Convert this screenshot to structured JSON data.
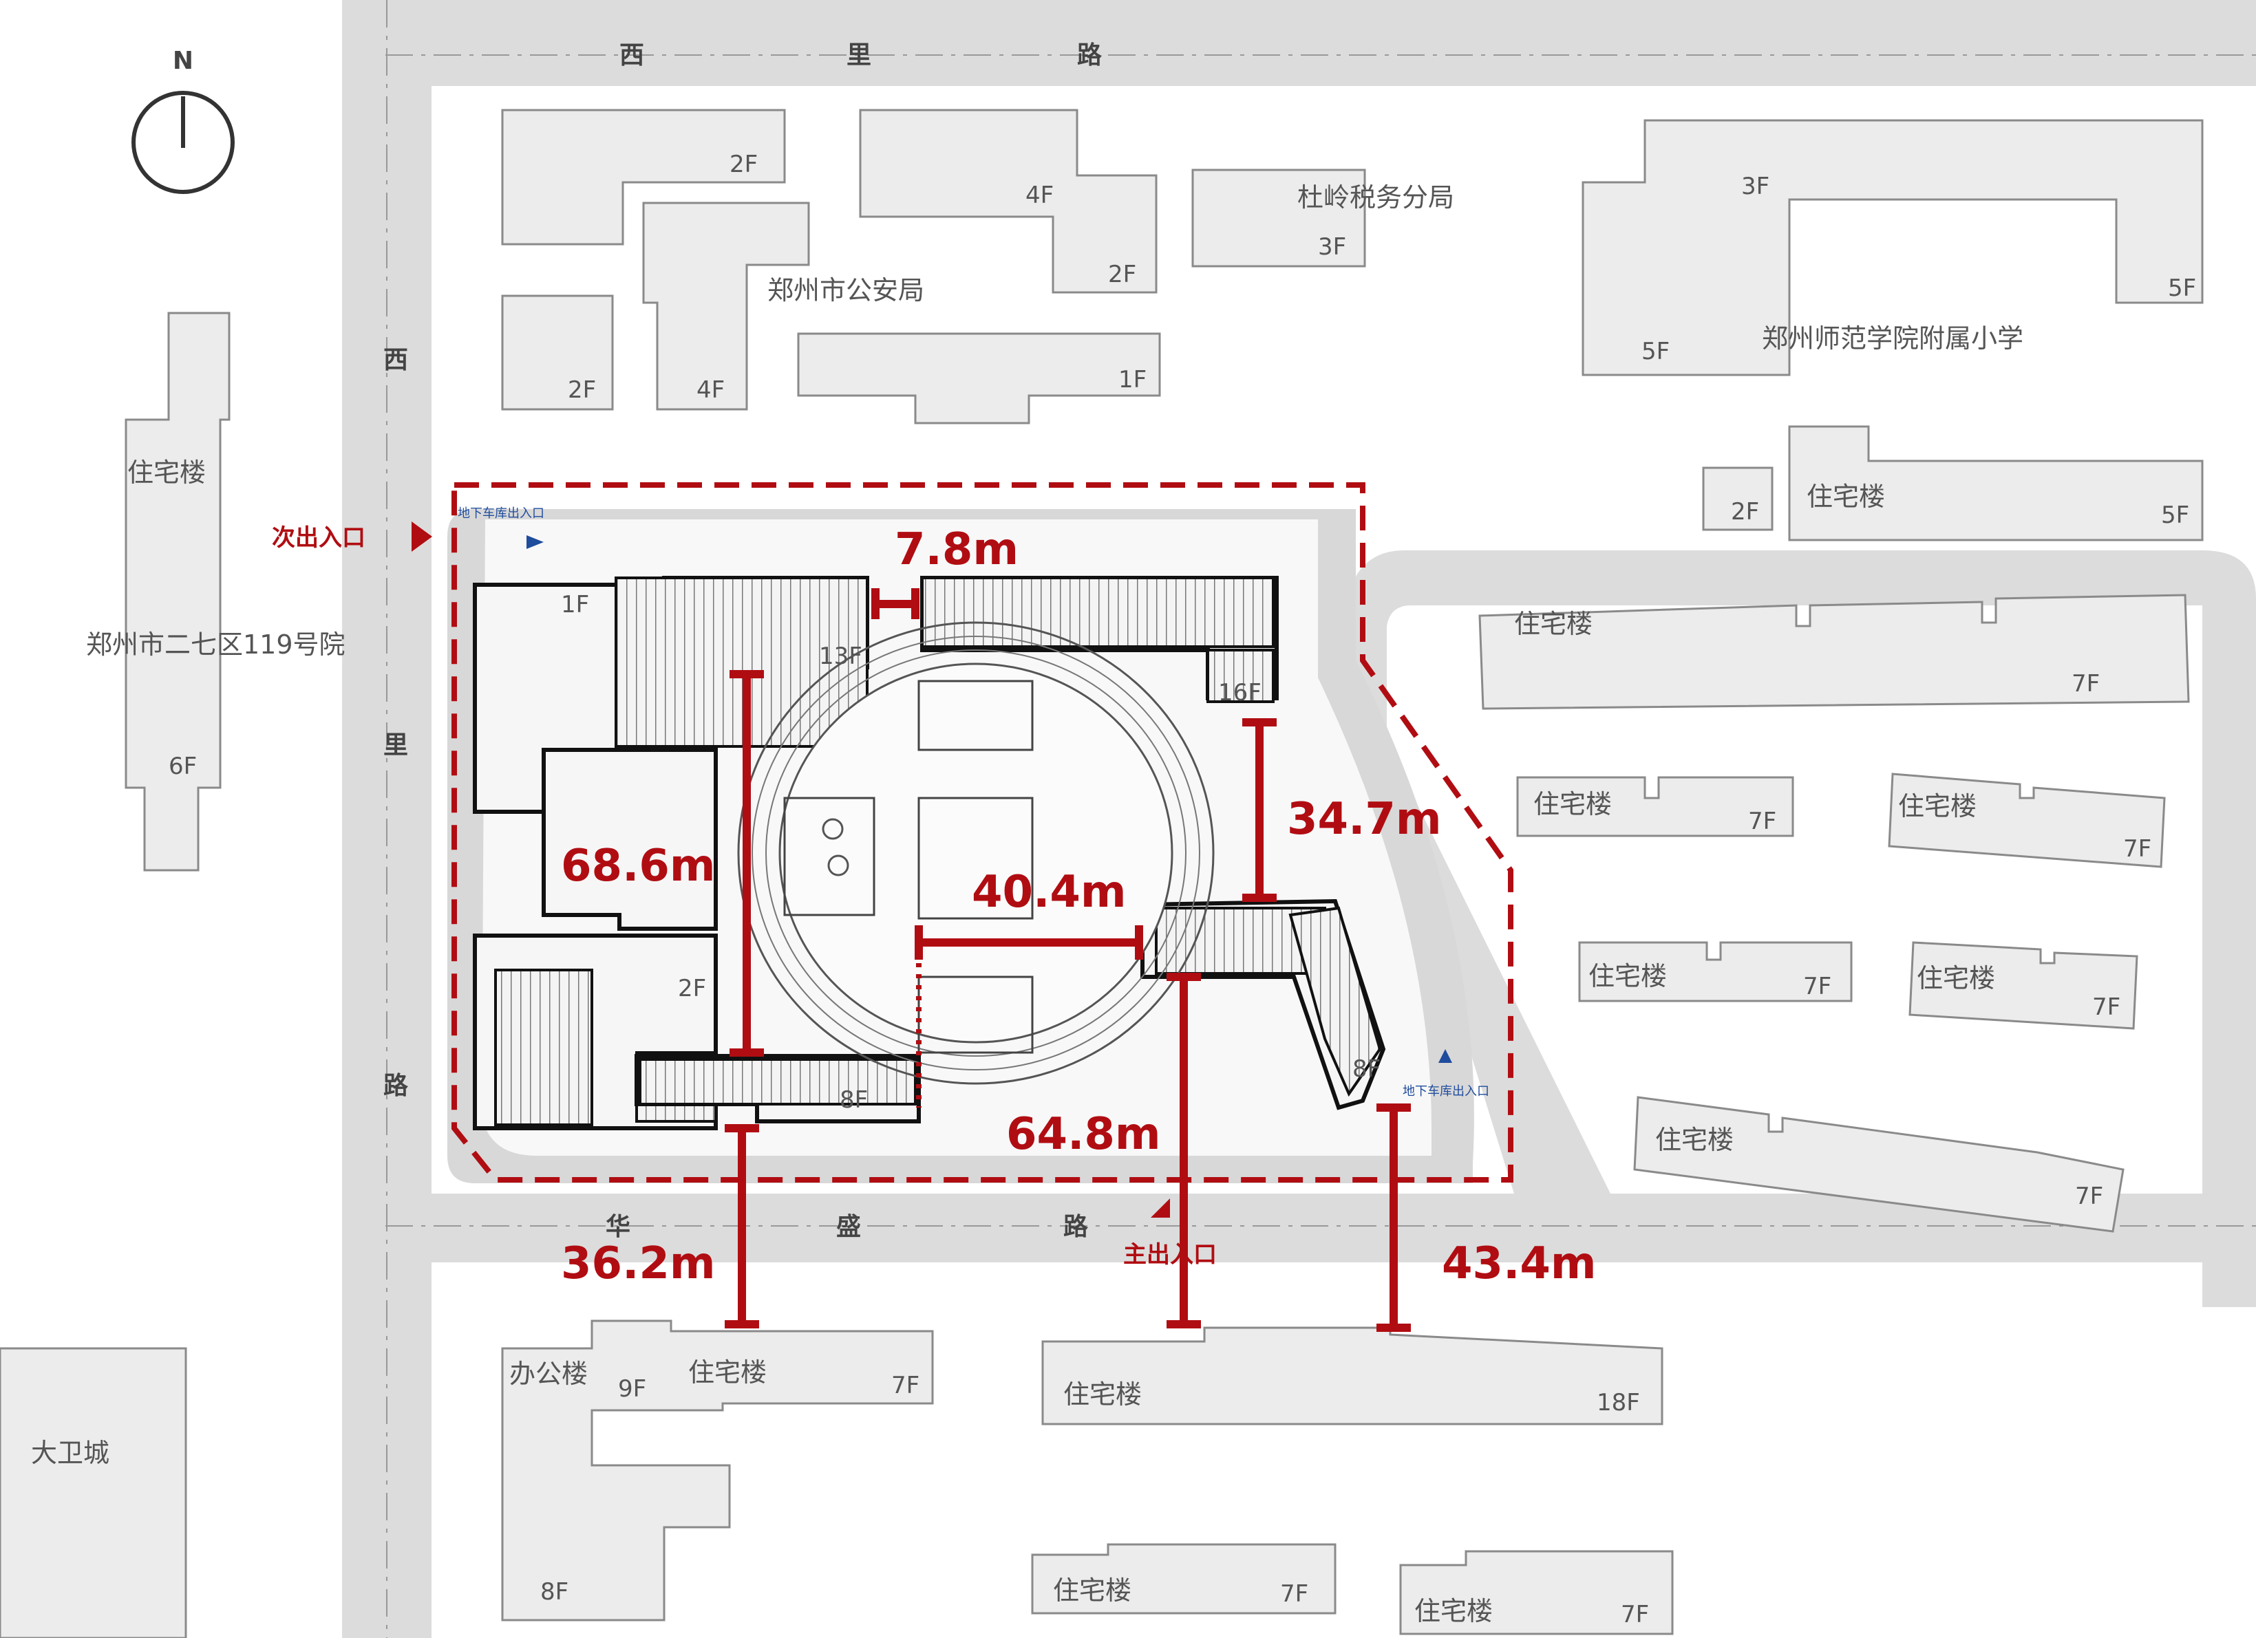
{
  "compass": {
    "north_label": "N"
  },
  "roads": {
    "north": [
      "西",
      "里",
      "路"
    ],
    "west": [
      "西",
      "里",
      "路"
    ],
    "south": [
      "华",
      "盛",
      "路"
    ]
  },
  "buildings": {
    "n_2f_a": "2F",
    "n_4f_a": "4F",
    "n_2f_b": "2F",
    "n_2f_c": "2F",
    "n_4f_b": "4F",
    "police": "郑州市公安局",
    "n_1f": "1F",
    "tax": "杜岭税务分局",
    "tax_floor": "3F",
    "ne_3f": "3F",
    "ne_5f_a": "5F",
    "ne_5f_b": "5F",
    "school": "郑州师范学院附属小学",
    "ne_2f": "2F",
    "ne_res": "住宅楼",
    "ne_res_floor": "5F",
    "w_res": "住宅楼",
    "w_compound": "郑州市二七区119号院",
    "w_floor": "6F",
    "e1": "住宅楼",
    "e1_floor": "7F",
    "e2": "住宅楼",
    "e2_floor": "7F",
    "e3": "住宅楼",
    "e3_floor": "7F",
    "e4": "住宅楼",
    "e4_floor": "7F",
    "e5": "住宅楼",
    "e5_floor": "7F",
    "e6": "住宅楼",
    "e6_floor": "7F",
    "s_office": "办公楼",
    "s_office_floor": "9F",
    "s_res1": "住宅楼",
    "s_res1_floor": "7F",
    "s_8f": "8F",
    "s_res2": "住宅楼",
    "s_res2_floor": "18F",
    "s_res3": "住宅楼",
    "s_res3_floor": "7F",
    "s_res4": "住宅楼",
    "s_res4_floor": "7F",
    "david": "大卫城"
  },
  "site": {
    "floors": {
      "f1": "1F",
      "f13": "13F",
      "f16": "16F",
      "f2": "2F",
      "f8a": "8F",
      "f8b": "8F"
    },
    "entrances": {
      "secondary": "次出入口",
      "main": "主出入口",
      "garage_north": "地下车库出入口",
      "garage_east": "地下车库出入口"
    }
  },
  "dimensions": {
    "d1": "7.8m",
    "d2": "68.6m",
    "d3": "40.4m",
    "d4": "34.7m",
    "d5": "64.8m",
    "d6": "36.2m",
    "d7": "43.4m"
  },
  "colors": {
    "accent_red": "#b00d12",
    "road_gray": "#dcdcdc",
    "building_fill": "#ececec",
    "garage_blue": "#1f4c9c"
  }
}
